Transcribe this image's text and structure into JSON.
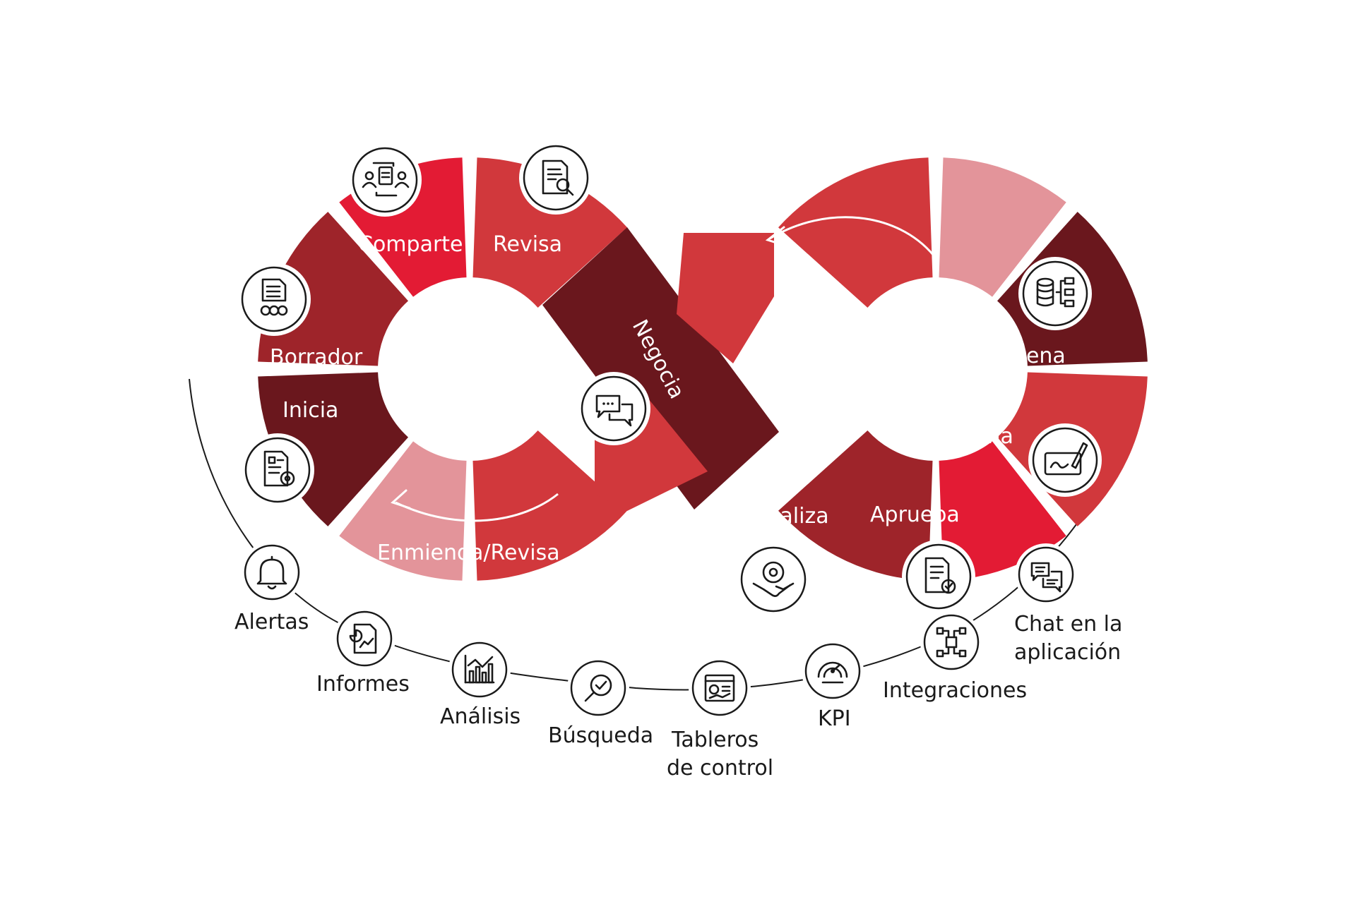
{
  "colors": {
    "bright_red": "#e31b34",
    "mid_red": "#d1383c",
    "deep_red": "#9e242a",
    "maroon": "#6a171d",
    "pink": "#e3949a"
  },
  "cycle": {
    "segments": [
      {
        "key": "comparte",
        "label": "Comparte",
        "icon": "document-share-people-icon"
      },
      {
        "key": "revisa",
        "label": "Revisa",
        "icon": "document-search-icon"
      },
      {
        "key": "borrador",
        "label": "Borrador",
        "icon": "document-team-icon"
      },
      {
        "key": "inicia",
        "label": "Inicia",
        "icon": "document-settings-icon"
      },
      {
        "key": "enmienda",
        "label": "Enmienda/Revisa",
        "icon": ""
      },
      {
        "key": "negocia",
        "label": "Negocia",
        "icon": "chat-bubbles-icon"
      },
      {
        "key": "almacena",
        "label": "Almacena",
        "icon": "database-tree-icon"
      },
      {
        "key": "firma",
        "label": "Firma",
        "icon": "signature-pen-icon"
      },
      {
        "key": "aprueba",
        "label": "Aprueba",
        "icon": "document-check-icon"
      },
      {
        "key": "finaliza",
        "label": "Finaliza",
        "icon": "handshake-gear-icon"
      }
    ]
  },
  "features": [
    {
      "key": "alertas",
      "label": "Alertas",
      "icon": "bell-icon"
    },
    {
      "key": "informes",
      "label": "Informes",
      "icon": "report-chart-icon"
    },
    {
      "key": "analisis",
      "label": "Análisis",
      "icon": "analytics-chart-icon"
    },
    {
      "key": "busqueda",
      "label": "Búsqueda",
      "icon": "magnifier-check-icon"
    },
    {
      "key": "tableros",
      "label_line1": "Tableros",
      "label_line2": "de control",
      "icon": "dashboard-icon"
    },
    {
      "key": "kpi",
      "label": "KPI",
      "icon": "gauge-icon"
    },
    {
      "key": "integraciones",
      "label": "Integraciones",
      "icon": "circuit-integration-icon"
    },
    {
      "key": "chat",
      "label_line1": "Chat en la",
      "label_line2": "aplicación",
      "icon": "in-app-chat-icon"
    }
  ]
}
